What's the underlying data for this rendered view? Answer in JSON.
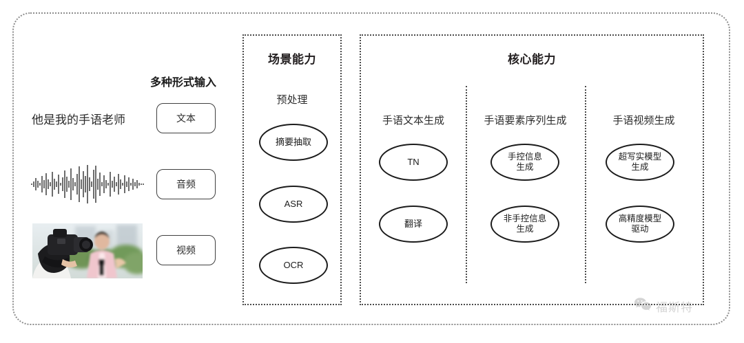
{
  "diagram": {
    "input_section": {
      "heading": "多种形式输入",
      "sample_text": "他是我的手语老师",
      "modalities": [
        {
          "label": "文本",
          "icon": "text-icon"
        },
        {
          "label": "音频",
          "icon": "waveform-icon"
        },
        {
          "label": "视频",
          "icon": "video-thumbnail-icon"
        }
      ]
    },
    "scene_panel": {
      "title": "场景能力",
      "columns": [
        {
          "heading": "预处理",
          "nodes": [
            "摘要抽取",
            "ASR",
            "OCR"
          ]
        }
      ]
    },
    "core_panel": {
      "title": "核心能力",
      "columns": [
        {
          "heading": "手语文本生成",
          "nodes": [
            "TN",
            "翻译"
          ]
        },
        {
          "heading": "手语要素序列生成",
          "nodes": [
            "手控信息\n生成",
            "非手控信息\n生成"
          ]
        },
        {
          "heading": "手语视频生成",
          "nodes": [
            "超写实模型\n生成",
            "高精度模型\n驱动"
          ]
        }
      ]
    },
    "watermark": {
      "text": "福斯特",
      "icon": "wechat-icon"
    },
    "colors": {
      "stroke": "#1b1b1b",
      "panel_border": "#4a4a4a",
      "frame_border": "#8d8d8d",
      "text": "#231f20",
      "background": "#ffffff"
    }
  }
}
